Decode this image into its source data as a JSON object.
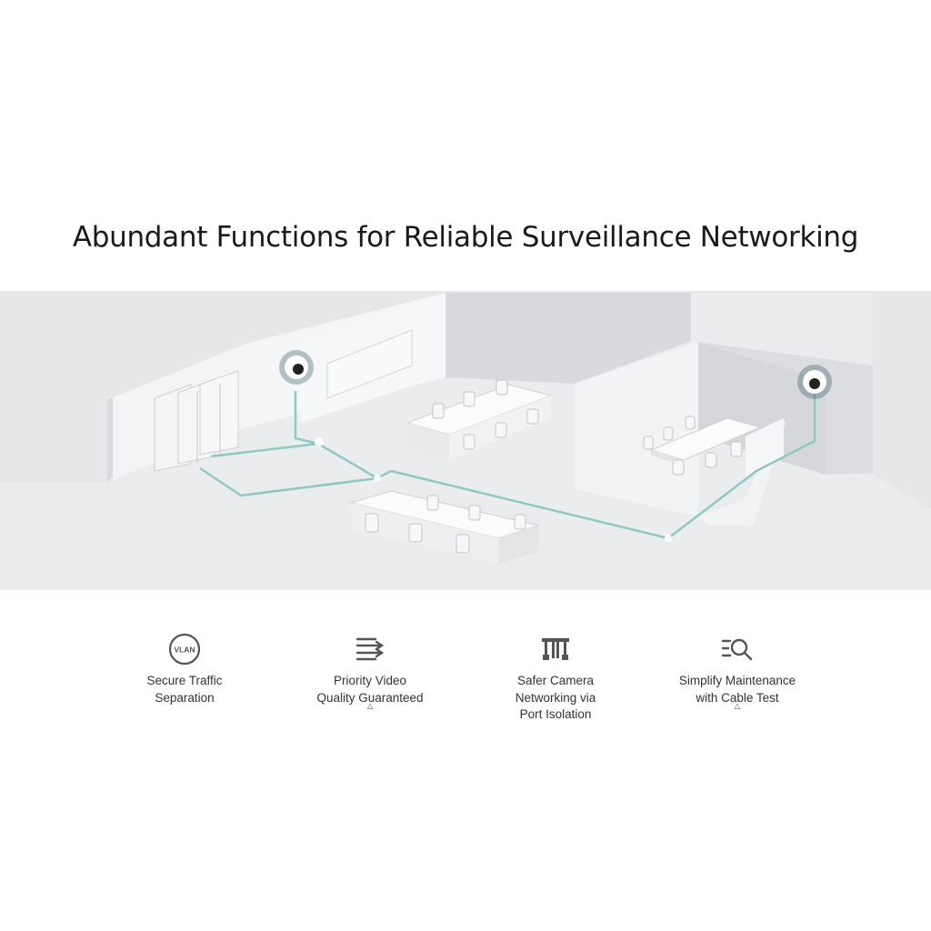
{
  "headline": "Abundant Functions for Reliable Surveillance Networking",
  "features": [
    {
      "icon": "vlan-icon",
      "icon_text": "VLAN",
      "lines": [
        "Secure Traffic",
        "Separation"
      ],
      "note": ""
    },
    {
      "icon": "priority-arrows-icon",
      "lines": [
        "Priority Video",
        "Quality Guaranteed"
      ],
      "note": "△"
    },
    {
      "icon": "port-isolation-icon",
      "lines": [
        "Safer Camera",
        "Networking via",
        "Port Isolation"
      ],
      "note": ""
    },
    {
      "icon": "cable-test-search-icon",
      "lines": [
        "Simplify Maintenance",
        "with Cable Test"
      ],
      "note": "△"
    }
  ],
  "colors": {
    "accent_line": "#8fc9c4",
    "camera_halo": "#2f5c63",
    "text": "#1a1a1a",
    "scene_bg": "#e6e7e9"
  }
}
